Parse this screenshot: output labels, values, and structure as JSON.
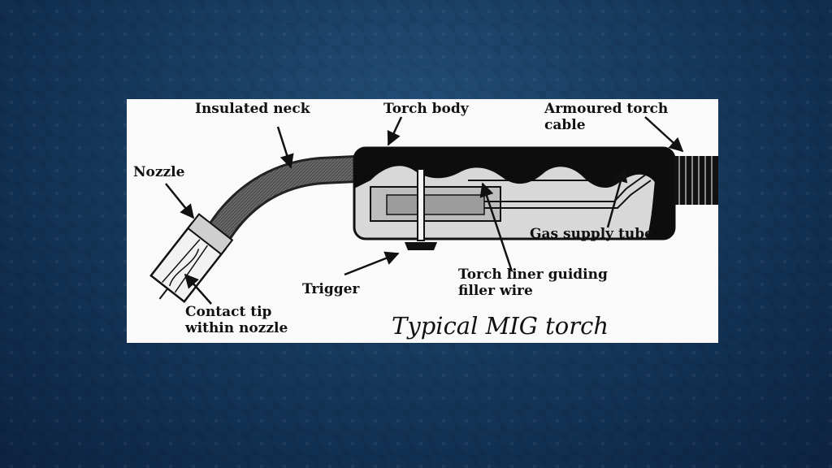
{
  "diagram": {
    "caption": "Typical MIG torch",
    "labels": {
      "insulated_neck": "Insulated neck",
      "torch_body": "Torch body",
      "armoured_cable_1": "Armoured torch",
      "armoured_cable_2": "cable",
      "nozzle": "Nozzle",
      "gas_supply_tube": "Gas supply tube",
      "torch_liner_1": "Torch liner guiding",
      "torch_liner_2": "filler wire",
      "trigger": "Trigger",
      "contact_tip_1": "Contact tip",
      "contact_tip_2": "within nozzle"
    }
  }
}
